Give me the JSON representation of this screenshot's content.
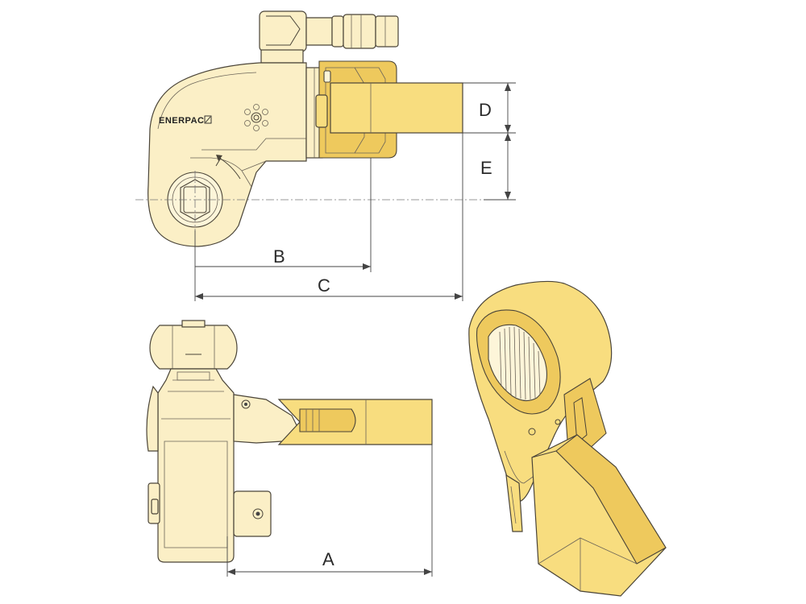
{
  "brand": {
    "logo_text": "ENERPAC"
  },
  "dimensions": {
    "a": "A",
    "b": "B",
    "c": "C",
    "d": "D",
    "e": "E"
  },
  "colors": {
    "housing": "#fbefc6",
    "reaction_arm": "#f8dd7f",
    "outline": "#4a4438"
  }
}
